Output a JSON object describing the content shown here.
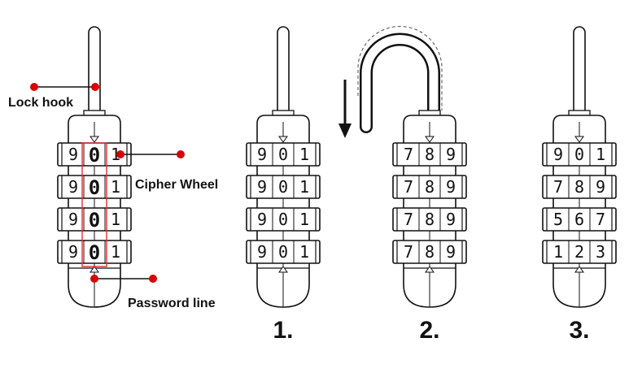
{
  "callouts": {
    "lock_hook": "Lock hook",
    "cipher_wheel": "Cipher Wheel",
    "password_line": "Password line"
  },
  "colors": {
    "callout_dot": "#d90000",
    "highlight_box": "#e03030",
    "line": "#111111"
  },
  "locks": [
    {
      "id": "diagram",
      "step": "",
      "hook_open": false,
      "emphasize_middle": true,
      "wheels": [
        [
          "9",
          "0",
          "1"
        ],
        [
          "9",
          "0",
          "1"
        ],
        [
          "9",
          "0",
          "1"
        ],
        [
          "9",
          "0",
          "1"
        ]
      ]
    },
    {
      "id": "step-1",
      "step": "1.",
      "hook_open": false,
      "emphasize_middle": false,
      "wheels": [
        [
          "9",
          "0",
          "1"
        ],
        [
          "9",
          "0",
          "1"
        ],
        [
          "9",
          "0",
          "1"
        ],
        [
          "9",
          "0",
          "1"
        ]
      ]
    },
    {
      "id": "step-2",
      "step": "2.",
      "hook_open": true,
      "emphasize_middle": false,
      "wheels": [
        [
          "7",
          "8",
          "9"
        ],
        [
          "7",
          "8",
          "9"
        ],
        [
          "7",
          "8",
          "9"
        ],
        [
          "7",
          "8",
          "9"
        ]
      ]
    },
    {
      "id": "step-3",
      "step": "3.",
      "hook_open": false,
      "emphasize_middle": false,
      "wheels": [
        [
          "9",
          "0",
          "1"
        ],
        [
          "7",
          "8",
          "9"
        ],
        [
          "5",
          "6",
          "7"
        ],
        [
          "1",
          "2",
          "3"
        ]
      ]
    }
  ]
}
